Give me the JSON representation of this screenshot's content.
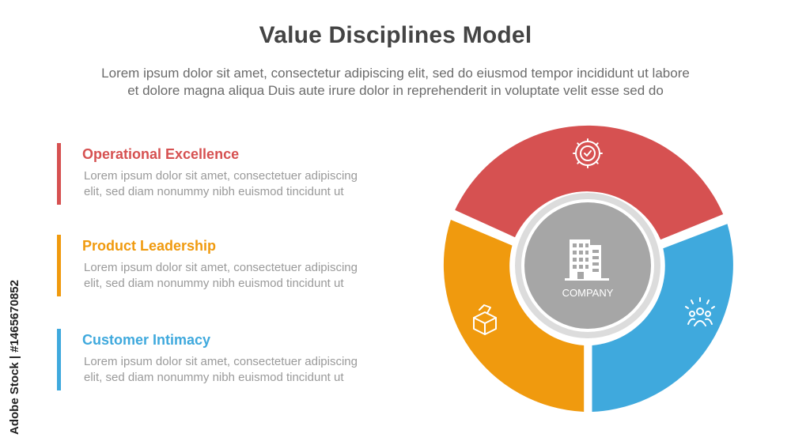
{
  "title": "Value Disciplines Model",
  "subtitle_line1": "Lorem ipsum dolor sit amet, consectetur adipiscing elit, sed do eiusmod tempor incididunt ut labore",
  "subtitle_line2": "et dolore magna aliqua Duis aute irure dolor in reprehenderit in voluptate velit esse sed do",
  "items": [
    {
      "heading": "Operational Excellence",
      "desc_line1": "Lorem ipsum dolor sit amet, consectetuer adipiscing",
      "desc_line2": "elit, sed diam nonummy nibh euismod tincidunt ut",
      "color": "#d65151"
    },
    {
      "heading": "Product Leadership",
      "desc_line1": "Lorem ipsum dolor sit amet, consectetuer adipiscing",
      "desc_line2": "elit, sed diam nonummy nibh euismod tincidunt ut",
      "color": "#f09a0e"
    },
    {
      "heading": "Customer Intimacy",
      "desc_line1": "Lorem ipsum dolor sit amet, consectetuer adipiscing",
      "desc_line2": "elit, sed diam nonummy nibh euismod tincidunt ut",
      "color": "#3fa9dd"
    }
  ],
  "center_label": "COMPANY",
  "center_color": "#a6a6a6",
  "ring_color": "#dcdcdc",
  "segment_icons": [
    "gear-check-icon",
    "box-icon",
    "people-group-icon"
  ],
  "watermark": "Adobe Stock | #1465670852"
}
